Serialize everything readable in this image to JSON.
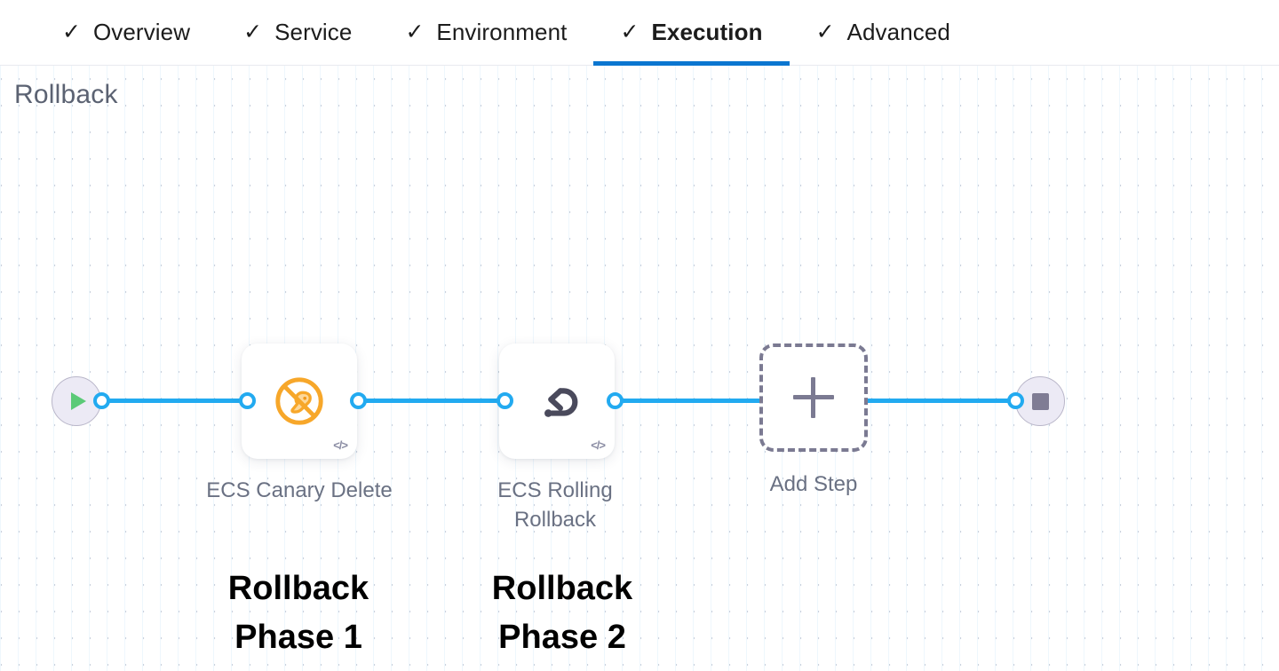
{
  "theme": {
    "accent_blue": "#0b76d0",
    "wire_blue": "#22aaf0",
    "canary_orange": "#f5a623",
    "rollback_gray": "#4a4a5c",
    "terminal_fill": "#eceaf5",
    "play_green": "#5bca77",
    "stop_gray": "#7f7c94",
    "caption_gray": "#6a7183",
    "dash_gray": "#7b7a92"
  },
  "tabs": [
    {
      "label": "Overview",
      "icon": "check-icon",
      "check": "✓",
      "active": false
    },
    {
      "label": "Service",
      "icon": "check-icon",
      "check": "✓",
      "active": false
    },
    {
      "label": "Environment",
      "icon": "check-icon",
      "check": "✓",
      "active": false
    },
    {
      "label": "Execution",
      "icon": "check-icon",
      "check": "✓",
      "active": true
    },
    {
      "label": "Advanced",
      "icon": "check-icon",
      "check": "✓",
      "active": false
    }
  ],
  "canvas": {
    "section_title": "Rollback",
    "start_node": {
      "icon": "play-icon",
      "name": "Start"
    },
    "end_node": {
      "icon": "stop-icon",
      "name": "End"
    },
    "steps": [
      {
        "caption": "ECS Canary Delete",
        "icon": "ecs-canary-delete-icon",
        "badge_icon": "code-icon",
        "badge_text": "</>",
        "annotation": "Rollback\nPhase 1"
      },
      {
        "caption": "ECS Rolling Rollback",
        "icon": "ecs-rolling-rollback-icon",
        "badge_icon": "code-icon",
        "badge_text": "</>",
        "annotation": "Rollback\nPhase 2"
      }
    ],
    "add_step": {
      "label": "Add Step",
      "icon": "plus-icon"
    }
  }
}
